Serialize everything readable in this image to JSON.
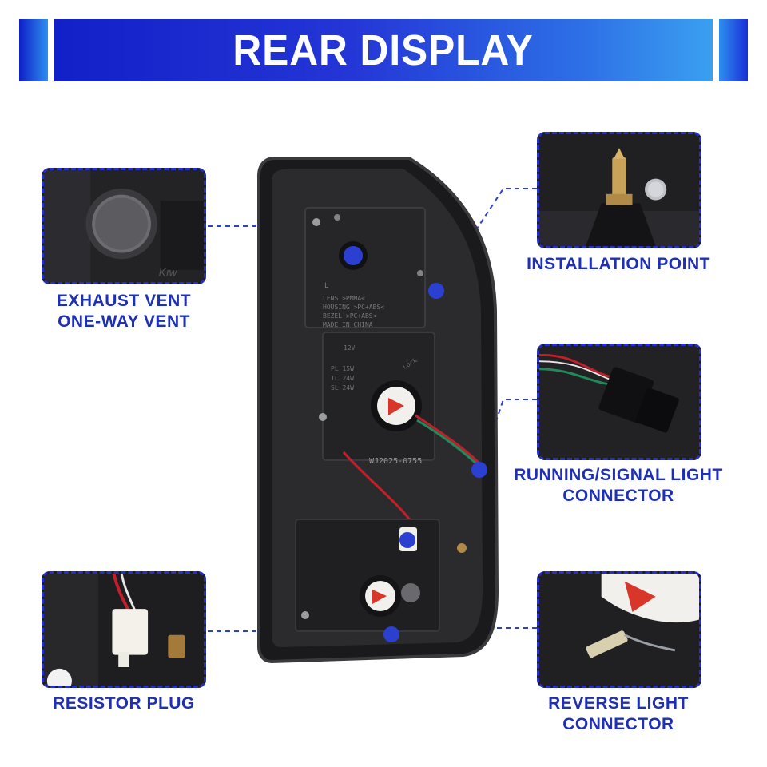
{
  "header": {
    "title": "REAR DISPLAY"
  },
  "callouts": {
    "exhaust_vent": {
      "line1": "EXHAUST VENT",
      "line2": "ONE-WAY VENT"
    },
    "installation_point": {
      "label": "INSTALLATION POINT"
    },
    "running_signal": {
      "line1": "RUNNING/SIGNAL LIGHT",
      "line2": "CONNECTOR"
    },
    "resistor_plug": {
      "label": "RESISTOR PLUG"
    },
    "reverse_light": {
      "line1": "REVERSE LIGHT",
      "line2": "CONNECTOR"
    }
  },
  "product_markings": {
    "side": "L",
    "lens": "LENS >PMMA<",
    "housing": "HOUSING >PC+ABS<",
    "bezel": "BEZEL >PC+ABS<",
    "origin": "MADE IN CHINA",
    "voltage": "12V",
    "rating_1": "PL 15W",
    "rating_2": "TL 24W",
    "rating_3": "SL 24W",
    "lock": "Lock",
    "part_number": "WJ2025-0755"
  },
  "colors": {
    "accent": "#1e2fb8",
    "marker": "#2b3fd0",
    "banner_start": "#1220c8",
    "banner_end": "#3aa0f0"
  }
}
